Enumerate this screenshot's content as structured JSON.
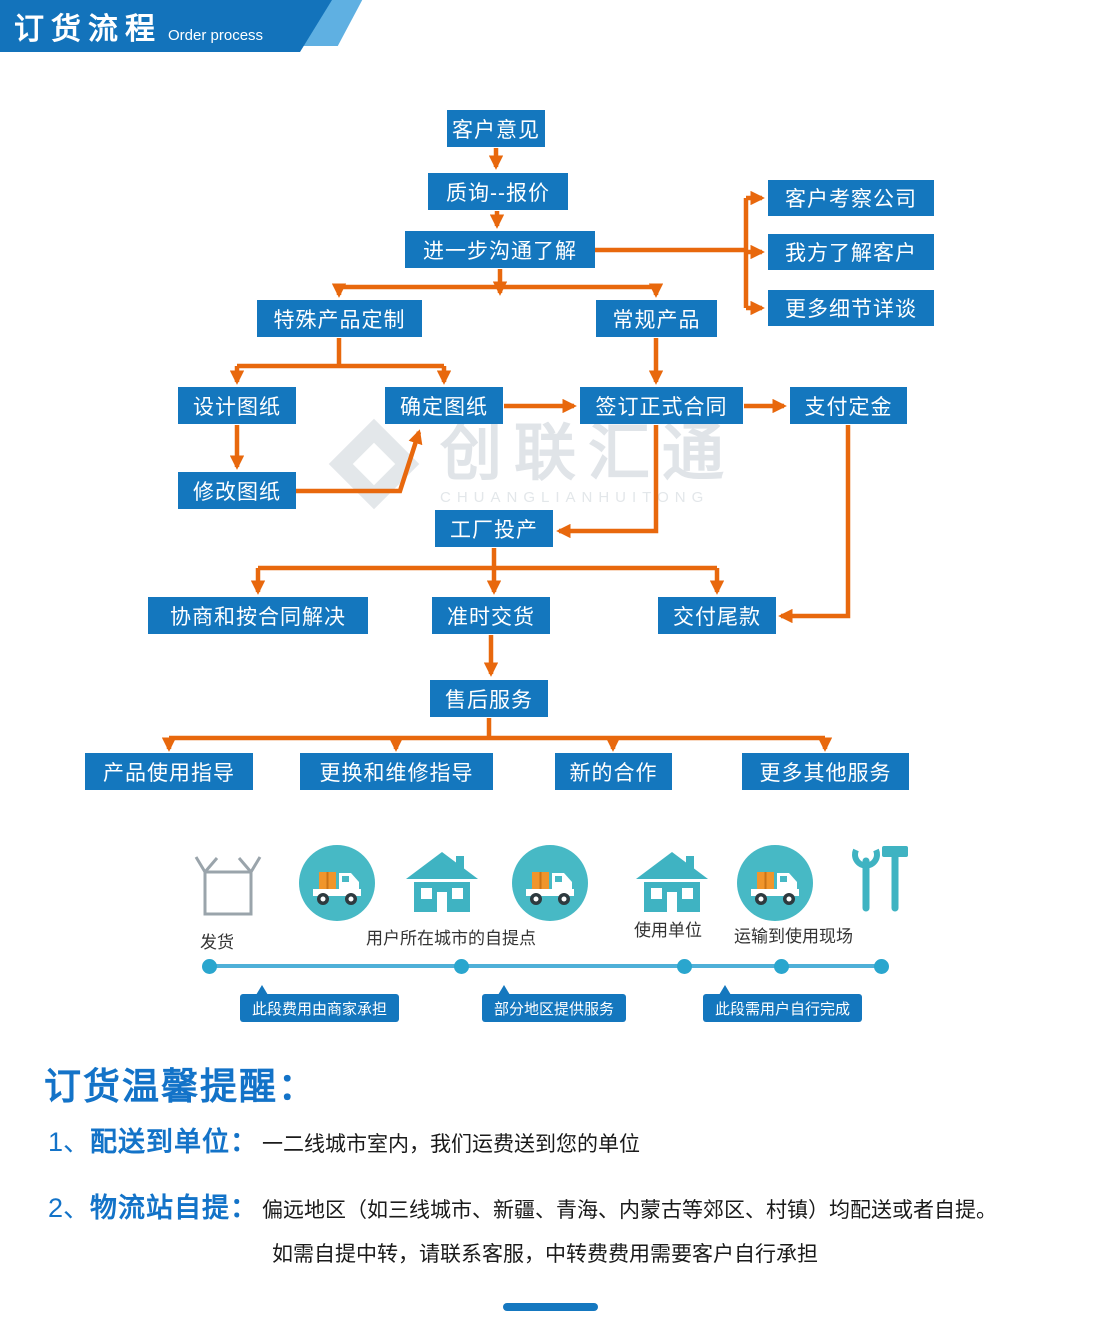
{
  "header": {
    "title": "订货流程",
    "subtitle": "Order process"
  },
  "watermark": {
    "name": "创联汇通",
    "latin": "CHUANGLIANHUITONG"
  },
  "flow": {
    "nodes": [
      {
        "id": "customer-opinion",
        "label": "客户意见"
      },
      {
        "id": "inquiry-quote",
        "label": "质询--报价"
      },
      {
        "id": "further-communication",
        "label": "进一步沟通了解"
      },
      {
        "id": "customer-visit-company",
        "label": "客户考察公司"
      },
      {
        "id": "we-understand-customer",
        "label": "我方了解客户"
      },
      {
        "id": "more-detail-talks",
        "label": "更多细节详谈"
      },
      {
        "id": "special-product-custom",
        "label": "特殊产品定制"
      },
      {
        "id": "regular-product",
        "label": "常规产品"
      },
      {
        "id": "design-drawing",
        "label": "设计图纸"
      },
      {
        "id": "confirm-drawing",
        "label": "确定图纸"
      },
      {
        "id": "sign-formal-contract",
        "label": "签订正式合同"
      },
      {
        "id": "pay-deposit",
        "label": "支付定金"
      },
      {
        "id": "modify-drawing",
        "label": "修改图纸"
      },
      {
        "id": "factory-production",
        "label": "工厂投产"
      },
      {
        "id": "negotiate-per-contract",
        "label": "协商和按合同解决"
      },
      {
        "id": "on-time-delivery",
        "label": "准时交货"
      },
      {
        "id": "pay-balance",
        "label": "交付尾款"
      },
      {
        "id": "after-sales-service",
        "label": "售后服务"
      },
      {
        "id": "product-usage-guide",
        "label": "产品使用指导"
      },
      {
        "id": "replace-repair-guide",
        "label": "更换和维修指导"
      },
      {
        "id": "new-cooperation",
        "label": "新的合作"
      },
      {
        "id": "more-other-services",
        "label": "更多其他服务"
      }
    ]
  },
  "timeline": {
    "stops": [
      {
        "label": "发货"
      },
      {
        "label": "用户所在城市的自提点"
      },
      {
        "label": "使用单位"
      },
      {
        "label": "运输到使用现场"
      }
    ],
    "captions": [
      "此段费用由商家承担",
      "部分地区提供服务",
      "此段需用户自行完成"
    ]
  },
  "notice": {
    "title": "订货温馨提醒：",
    "items": [
      {
        "num": "1、",
        "term": "配送到单位：",
        "text": "一二线城市室内，我们运费送到您的单位"
      },
      {
        "num": "2、",
        "term": "物流站自提：",
        "text": "偏远地区（如三线城市、新疆、青海、内蒙古等郊区、村镇）均配送或者自提。",
        "text2": "如需自提中转，请联系客服，中转费费用需要客户自行承担"
      }
    ]
  },
  "colors": {
    "node_blue": "#1477be",
    "arrow_orange": "#e8680d",
    "teal": "#3fb6c4",
    "accent_light_blue": "#5fb0e2"
  }
}
